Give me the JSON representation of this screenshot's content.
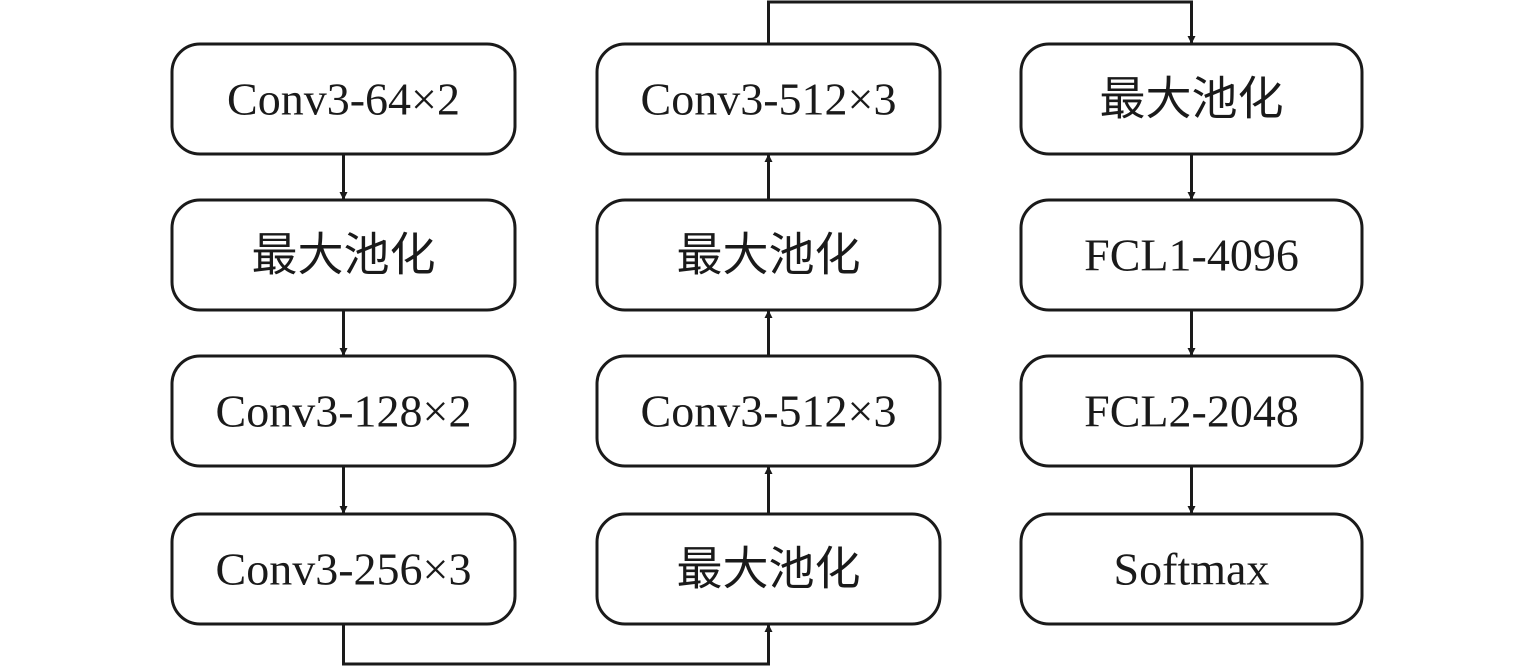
{
  "diagram": {
    "columns": [
      {
        "nodes": [
          {
            "label": "Conv3-64×2"
          },
          {
            "label": "最大池化"
          },
          {
            "label": "Conv3-128×2"
          },
          {
            "label": "Conv3-256×3"
          }
        ]
      },
      {
        "nodes": [
          {
            "label": "Conv3-512×3"
          },
          {
            "label": "最大池化"
          },
          {
            "label": "Conv3-512×3"
          },
          {
            "label": "最大池化"
          }
        ]
      },
      {
        "nodes": [
          {
            "label": "最大池化"
          },
          {
            "label": "FCL1-4096"
          },
          {
            "label": "FCL2-2048"
          },
          {
            "label": "Softmax"
          }
        ]
      }
    ]
  }
}
